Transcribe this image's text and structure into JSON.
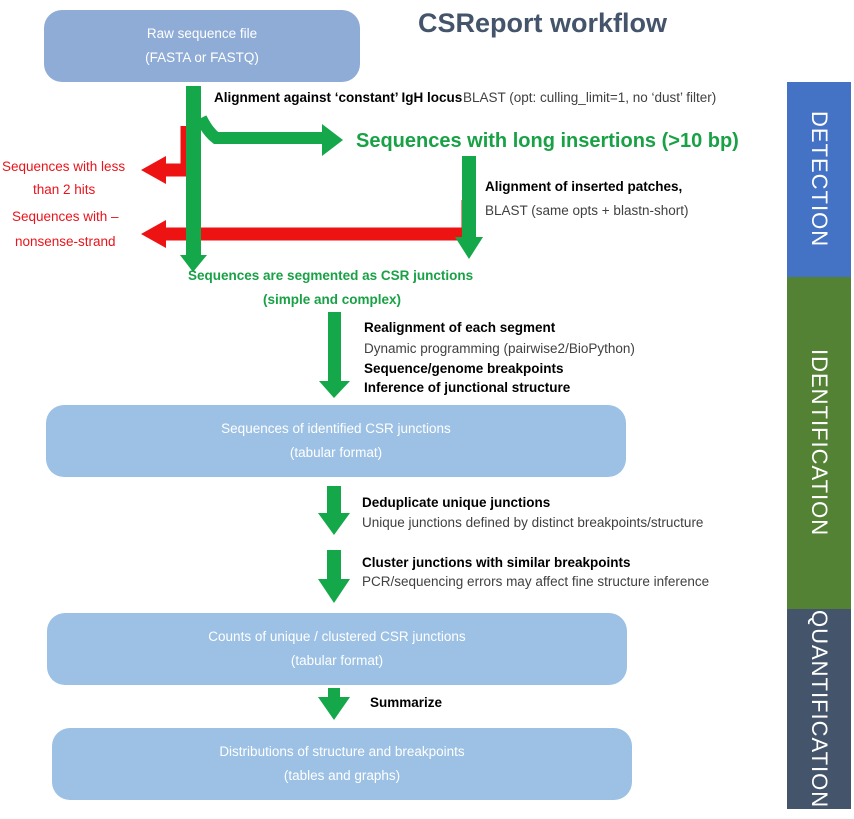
{
  "title": "CSReport workflow",
  "boxes": {
    "raw": {
      "line1": "Raw sequence file",
      "line2": "(FASTA or FASTQ)"
    },
    "identified": {
      "line1": "Sequences of identified CSR junctions",
      "line2": "(tabular format)"
    },
    "counts": {
      "line1": "Counts of unique / clustered CSR junctions",
      "line2": "(tabular format)"
    },
    "distributions": {
      "line1": "Distributions of structure and breakpoints",
      "line2": "(tables and graphs)"
    }
  },
  "steps": {
    "alignment_constant": "Alignment against ‘constant’ IgH locus",
    "alignment_constant_detail": "BLAST (opt: culling_limit=1, no ‘dust’ filter)",
    "long_insertions": "Sequences with long insertions (>10 bp)",
    "inserted_patches": "Alignment of inserted patches,",
    "inserted_patches_detail": "BLAST (same opts + blastn-short)",
    "segmented_line1": "Sequences are segmented as CSR junctions",
    "segmented_line2": "(simple and complex)",
    "realignment": "Realignment of each segment",
    "realignment_detail": "Dynamic programming (pairwise2/BioPython)",
    "breakpoints": "Sequence/genome breakpoints",
    "junctional_structure": "Inference of junctional structure",
    "deduplicate": "Deduplicate unique junctions",
    "deduplicate_detail": "Unique junctions defined by distinct breakpoints/structure",
    "cluster": "Cluster junctions with similar breakpoints",
    "cluster_detail": "PCR/sequencing errors may affect fine structure inference",
    "summarize": "Summarize"
  },
  "discarded": {
    "less_hits_line1": "Sequences with less",
    "less_hits_line2": "than 2 hits",
    "nonsense_line1": "Sequences with –",
    "nonsense_line2": "nonsense-strand"
  },
  "stages": {
    "detection": "DETECTION",
    "identification": "IDENTIFICATION",
    "quantification": "QUANTIFICATION"
  },
  "colors": {
    "arrow_green": "#14a84a",
    "arrow_red": "#ee1313",
    "detection": "#4472c4",
    "identification": "#548235",
    "quantification": "#44546a",
    "title": "#44546a"
  }
}
